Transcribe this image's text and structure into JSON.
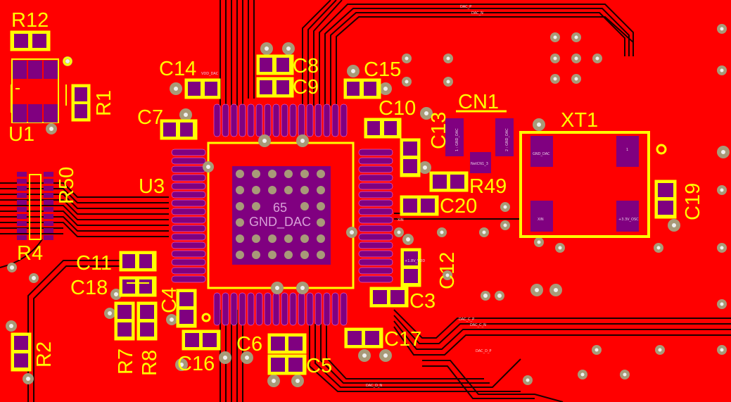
{
  "colors": {
    "copper": "#ff0000",
    "background": "#000000",
    "silkscreen": "#ffff00",
    "pad": "#800080",
    "via_ring": "#a89a78",
    "via_hole": "#f0f0f0",
    "track_dark": "#1a0000"
  },
  "designators": {
    "r12": "R12",
    "u1": "U1",
    "r1": "R1",
    "r50": "R50",
    "r4": "R4",
    "c14": "C14",
    "c7": "C7",
    "u3": "U3",
    "c8": "C8",
    "c9": "C9",
    "c15": "C15",
    "c10": "C10",
    "c13": "C13",
    "cn1": "CN1",
    "xt1": "XT1",
    "r49": "R49",
    "c20": "C20",
    "c19": "C19",
    "c11": "C11",
    "c18": "C18",
    "c4": "C4",
    "c12": "C12",
    "c3": "C3",
    "r7": "R7",
    "r8": "R8",
    "c16": "C16",
    "c6": "C6",
    "c5": "C5",
    "c17": "C17",
    "r2": "R2"
  },
  "u3_pad": {
    "number": "65",
    "net": "GND_DAC"
  },
  "pad_labels": {
    "cn1_pin1": "1 : GND_DAC",
    "cn1_pin2": "2 : GND_DAC",
    "r49_pad": "NetCN1_3",
    "xt1_pin1": "1",
    "xt1_pin2": "GND_DAC",
    "xt1_pin3": "XIN",
    "xt1_pin4": "+3.3V_OSC",
    "c12_pad": "+1.8V_VDD",
    "c14_via": "VDD_DAC"
  },
  "net_labels": {
    "dac_p": "DAC_P",
    "dac_n": "DAC_N",
    "xin": "XIN",
    "dac_c_p": "DAC_C_P",
    "dac_c_n": "DAC_C_N",
    "dac_d_p": "DAC_D_P",
    "dac_d_n": "DAC_D_N"
  }
}
